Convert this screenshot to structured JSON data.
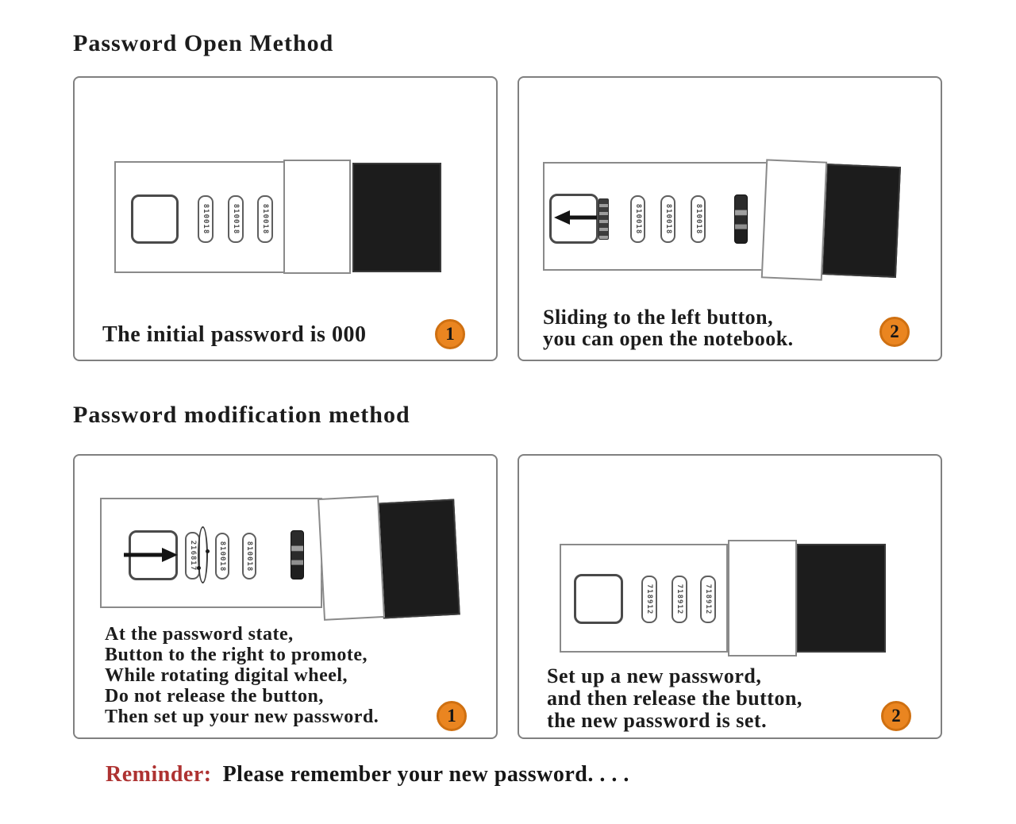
{
  "titles": {
    "open_method": "Password Open Method",
    "modification_method": "Password modification method"
  },
  "panels": [
    {
      "step": "1",
      "caption": [
        "The initial password is 000"
      ],
      "wheels": [
        "810018",
        "810018",
        "810018"
      ]
    },
    {
      "step": "2",
      "caption": [
        "Sliding to the left button,",
        "you can open the notebook."
      ],
      "wheels": [
        "810018",
        "810018",
        "810018"
      ]
    },
    {
      "step": "1",
      "caption": [
        "At the password state,",
        "Button to the right to promote,",
        "While rotating digital wheel,",
        "Do not release the button,",
        "Then set up your new password."
      ],
      "wheels": [
        "216817",
        "810018",
        "810018"
      ]
    },
    {
      "step": "2",
      "caption": [
        "Set up a new password,",
        "and then release the button,",
        "the new password is set."
      ],
      "wheels": [
        "718912",
        "718912",
        "718912"
      ]
    }
  ],
  "reminder": {
    "label": "Reminder:",
    "text": "Please remember your new password. . . ."
  },
  "colors": {
    "step_badge_orange": "#EA8520",
    "step_badge_ring": "#CF7011",
    "reminder_red": "#AE3231",
    "notebook_black": "#1C1C1C",
    "outline_gray": "#808080"
  }
}
